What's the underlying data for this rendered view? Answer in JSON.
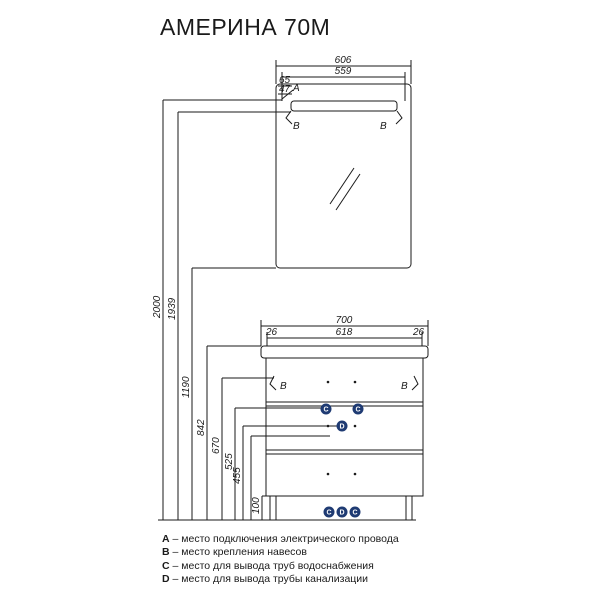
{
  "title": "АМЕРИНА 70М",
  "dimensions": {
    "mirror_width": "606",
    "mirror_inner_width": "559",
    "offset_65": "65",
    "offset_47": "47",
    "cabinet_width": "700",
    "cabinet_inner_width": "618",
    "side_left": "26",
    "side_right": "26",
    "h_2000": "2000",
    "h_1939": "1939",
    "h_1190": "1190",
    "h_842": "842",
    "h_670": "670",
    "h_525": "525",
    "h_455": "455",
    "h_100": "100"
  },
  "markers": {
    "A": "A",
    "B": "B",
    "C": "C",
    "D": "D"
  },
  "legend": [
    {
      "key": "A",
      "text": " – место подключения электрического провода"
    },
    {
      "key": "B",
      "text": " – место крепления навесов"
    },
    {
      "key": "C",
      "text": " – место для вывода труб водоснабжения"
    },
    {
      "key": "D",
      "text": " – место для вывода трубы канализации"
    }
  ],
  "colors": {
    "line": "#1a1a1a",
    "marker_fill": "#1f3b73"
  }
}
